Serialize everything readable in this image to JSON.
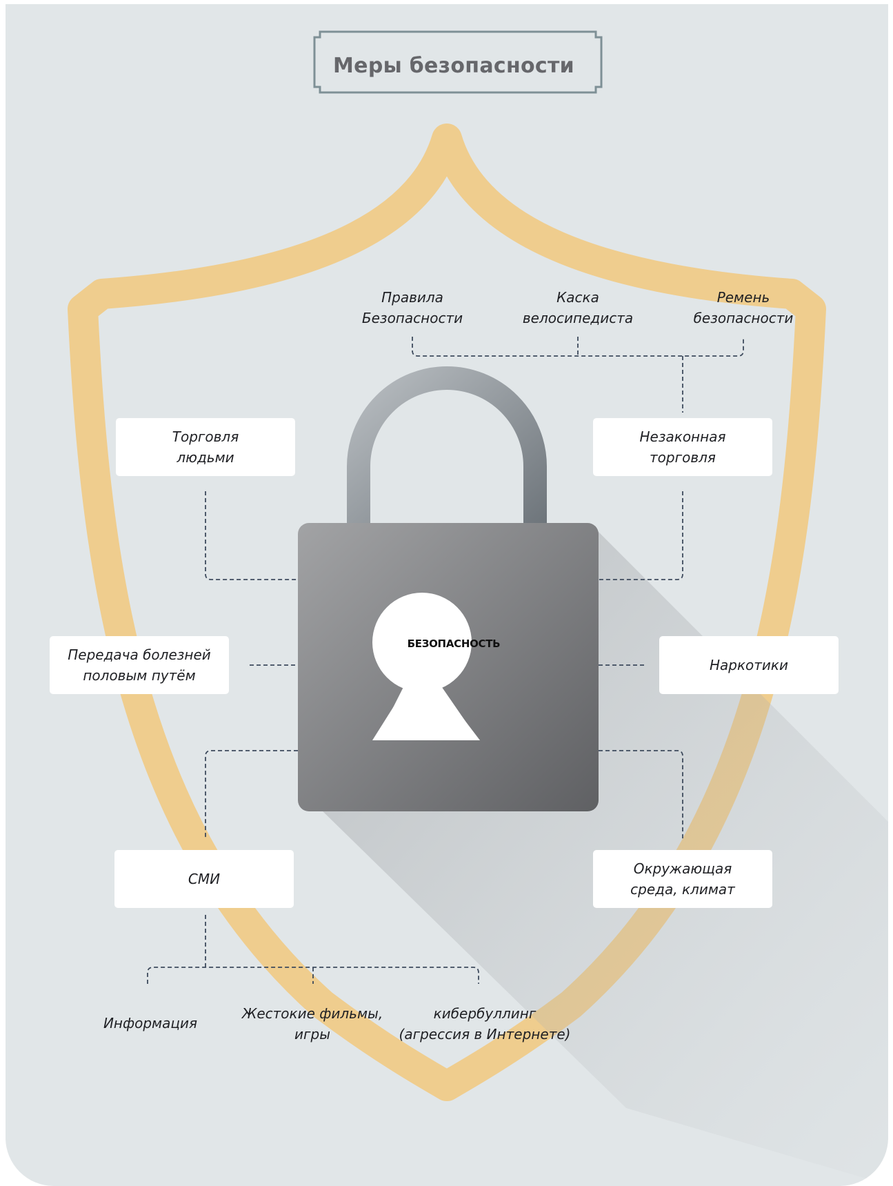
{
  "title": "Меры безопасности",
  "center_label": "БЕЗОПАСНОСТЬ",
  "boxes": {
    "human_trafficking": "Торговля\nлюдьми",
    "illegal_trade": "Незаконная\nторговля",
    "std": "Передача болезней\nполовым путём",
    "drugs": "Наркотики",
    "media": "СМИ",
    "environment": "Окружающая\nсреда, климат"
  },
  "top_items": {
    "rules": "Правила\nБезопасности",
    "helmet": "Каска\nвелосипедиста",
    "seatbelt": "Ремень\nбезопасности"
  },
  "media_items": {
    "information": "Информация",
    "violent": "Жестокие фильмы,\nигры",
    "cyberbullying": "кибербуллинг\n(агрессия в Интернете)"
  },
  "colors": {
    "background": "#e1e6e8",
    "shield": "#efcd8e",
    "lock_body": "#8a8b8d",
    "shackle": "#8e9397",
    "title_frame": "#7e9096",
    "connector": "#3d4a5c"
  }
}
